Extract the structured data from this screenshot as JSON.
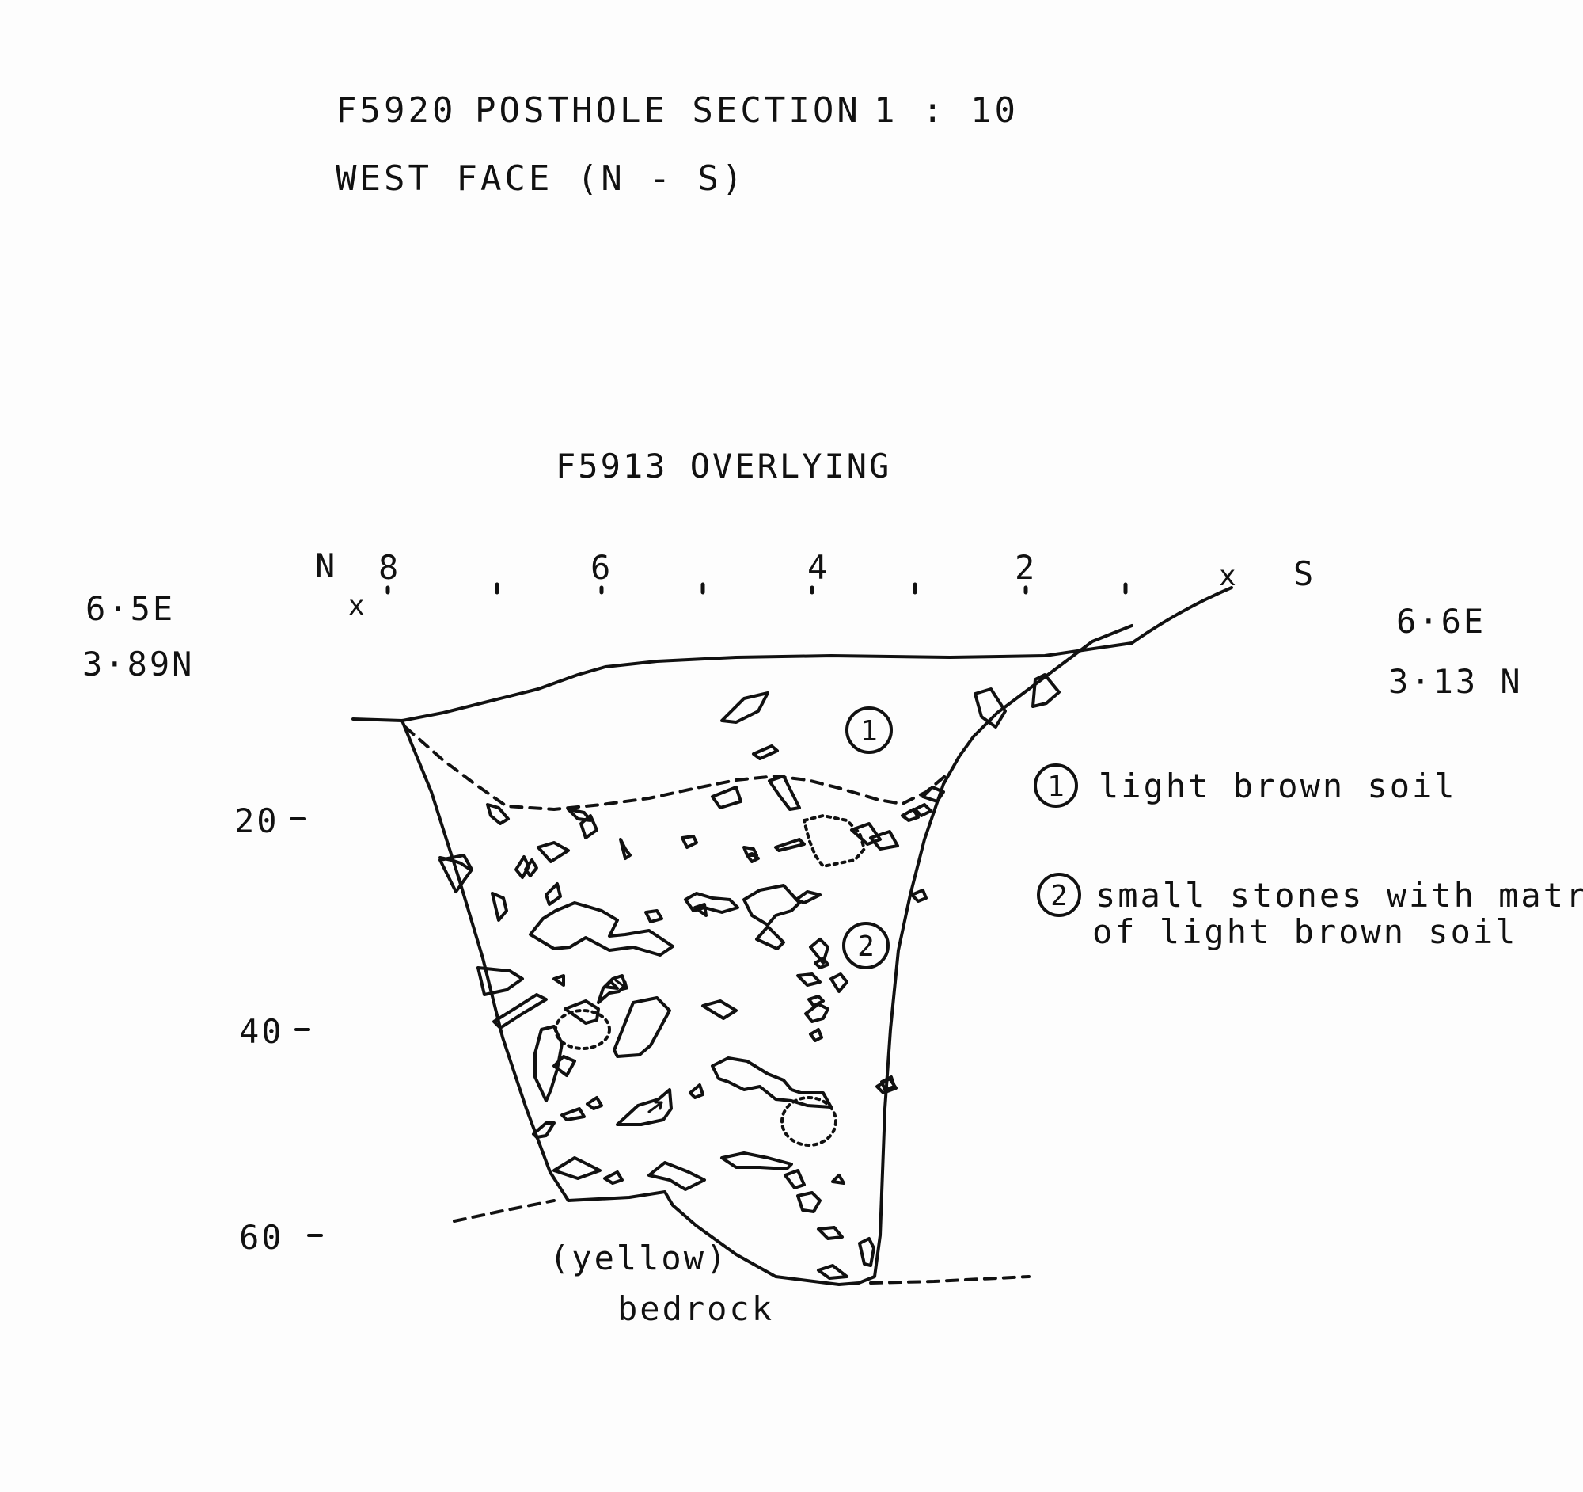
{
  "title": {
    "line1_id": "F5920",
    "line1_name": "POSTHOLE SECTION",
    "line1_scale": "1 : 10",
    "line2": "WEST FACE (N - S)"
  },
  "overlying_note": "F5913 OVERLYING",
  "orientation": {
    "north": "N",
    "south": "S",
    "datum_mark": "x"
  },
  "horizontal_ticks": [
    "8",
    "6",
    "4",
    "2"
  ],
  "depth_ticks": [
    "20",
    "40",
    "60"
  ],
  "left_coords": {
    "east": "6·5E",
    "north": "3·89N"
  },
  "right_coords": {
    "east": "6·6E",
    "north": "3·13 N"
  },
  "context_markers": [
    "1",
    "2"
  ],
  "legend": [
    {
      "marker": "1",
      "text": "light  brown soil"
    },
    {
      "marker": "2",
      "text": "small stones with matrix",
      "text2": "of light brown soil"
    }
  ],
  "base_label_1": "(yellow)",
  "base_label_2": "bedrock",
  "colors": {
    "ink": "#111111",
    "paper": "#fdfdfd"
  }
}
